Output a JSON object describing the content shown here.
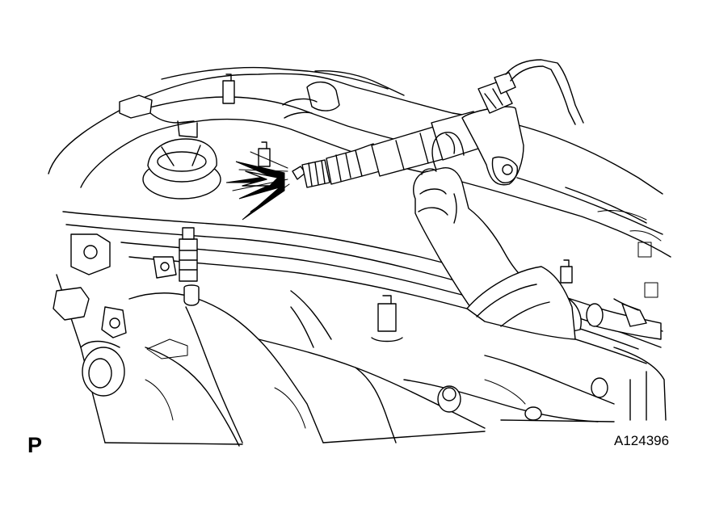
{
  "view_code": "P",
  "figure_id": "A124396",
  "icons": {
    "engine": "engine-block-line-drawing",
    "coil": "ignition-coil-icon",
    "plug": "spark-plug-icon",
    "spark": "spark-icon",
    "hand": "hand-icon"
  }
}
